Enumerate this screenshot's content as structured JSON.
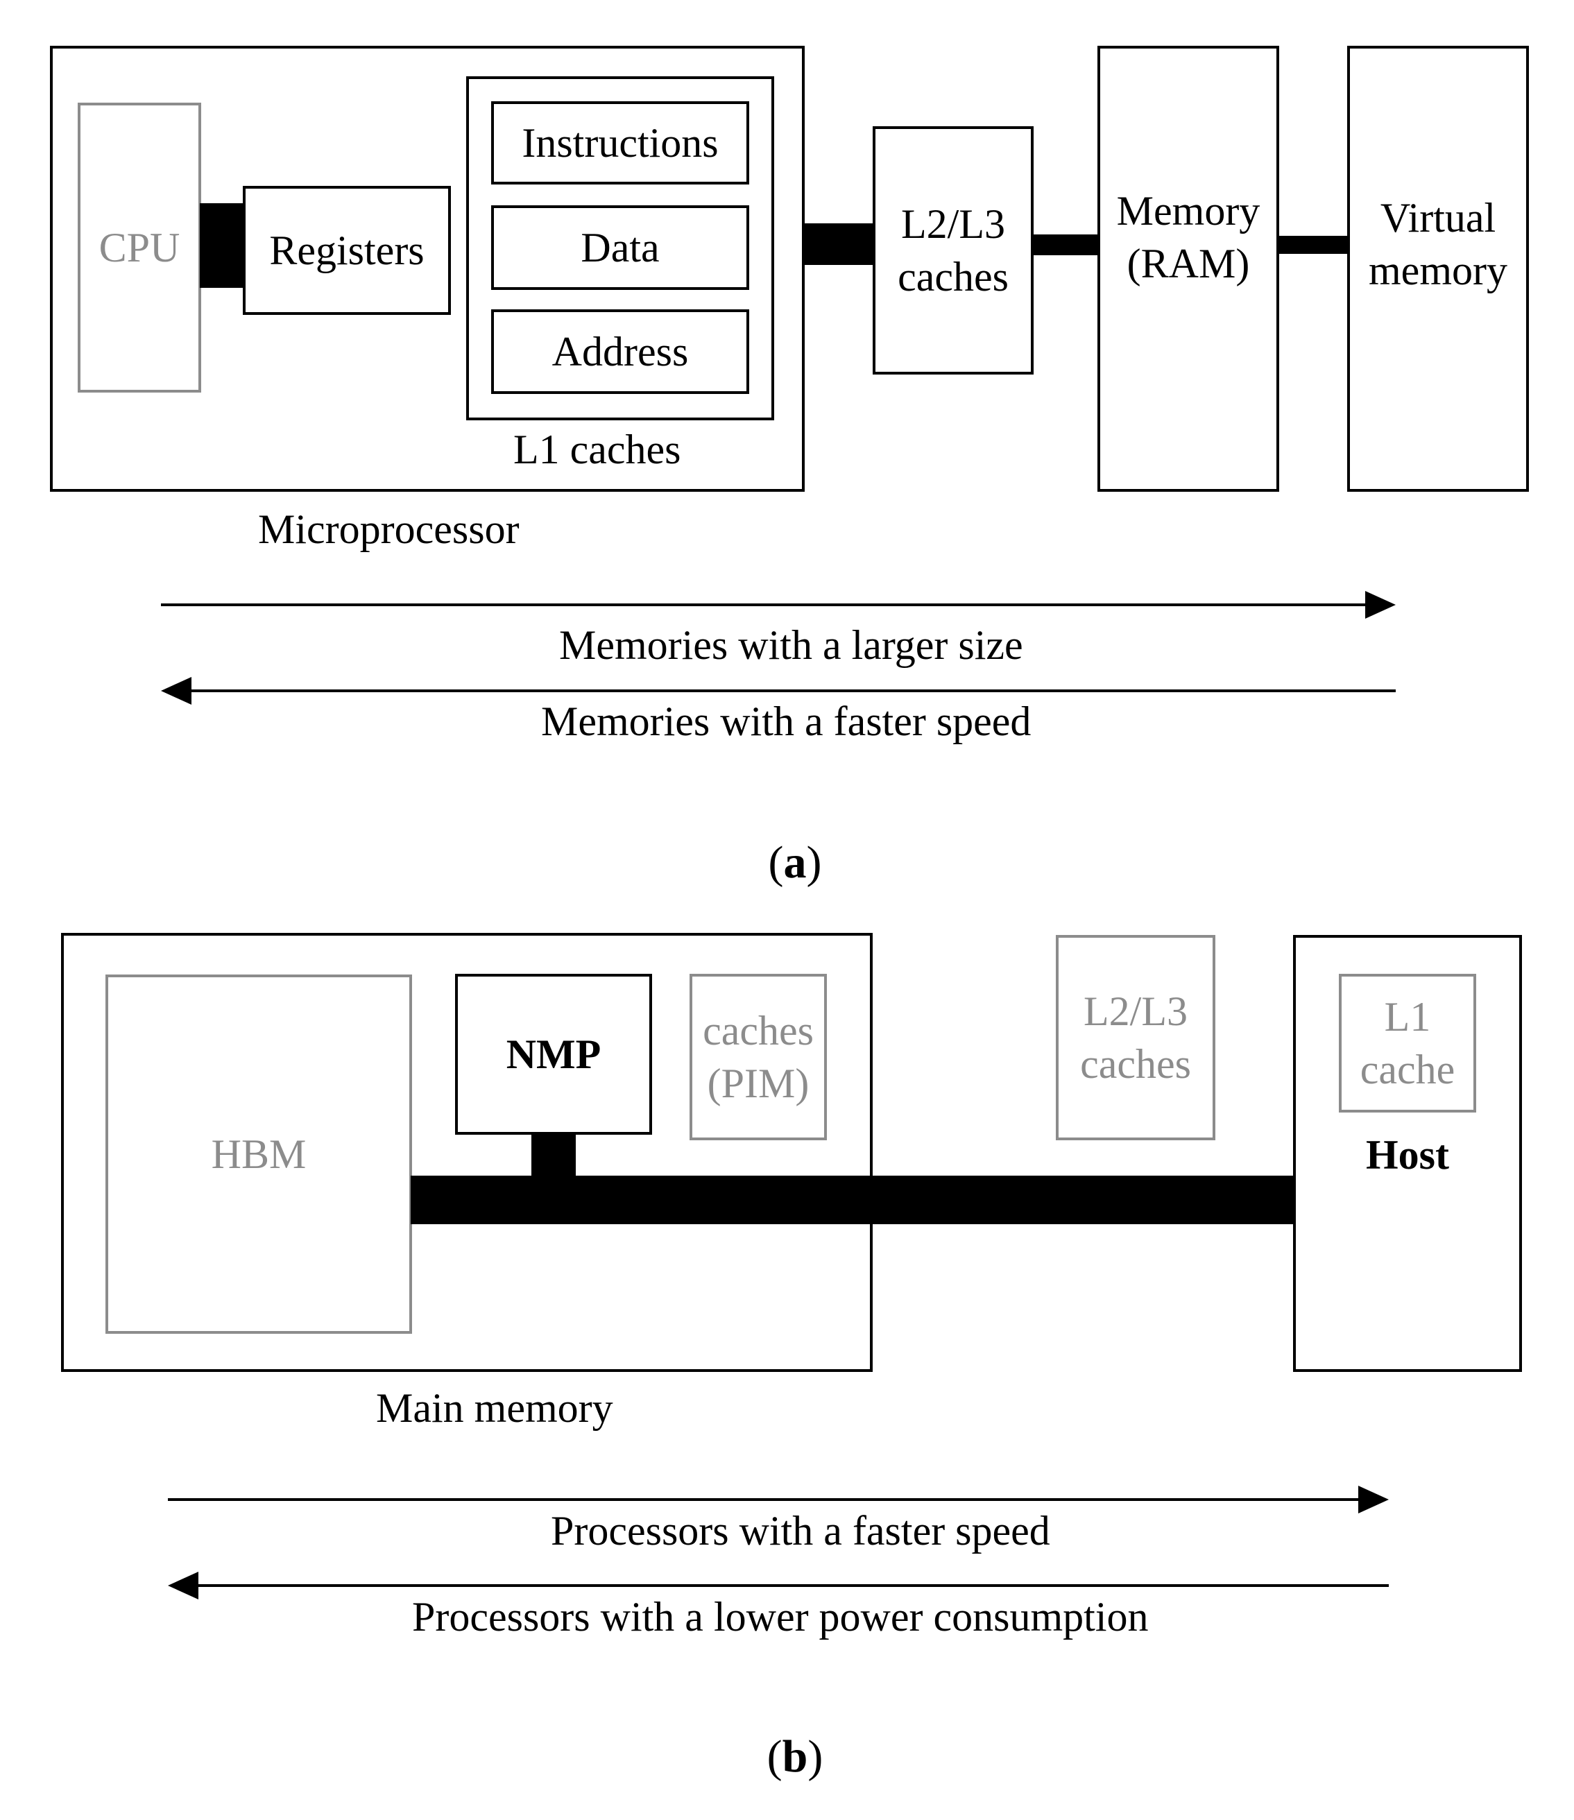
{
  "panel_a": {
    "microprocessor_label": "Microprocessor",
    "cpu": "CPU",
    "registers": "Registers",
    "l1_label": "L1 caches",
    "l1_items": [
      "Instructions",
      "Data",
      "Address"
    ],
    "l2l3": "L2/L3\ncaches",
    "memory": "Memory\n(RAM)",
    "virtual": "Virtual\nmemory",
    "arrow_right": "Memories with a larger size",
    "arrow_left": "Memories with a faster speed",
    "caption_letter": "a"
  },
  "panel_b": {
    "main_memory_label": "Main memory",
    "hbm": "HBM",
    "nmp": "NMP",
    "pim": "caches\n(PIM)",
    "l2l3": "L2/L3\ncaches",
    "l1": "L1\ncache",
    "host": "Host",
    "arrow_right": "Processors with a faster speed",
    "arrow_left": "Processors with a lower power consumption",
    "caption_letter": "b"
  },
  "colors": {
    "line": "#000000",
    "muted": "#8c8c8c"
  }
}
